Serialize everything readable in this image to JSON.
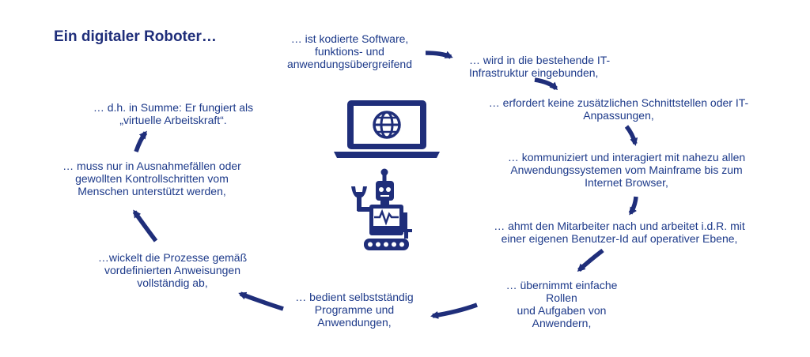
{
  "title": "Ein digitaler Roboter…",
  "steps": [
    "… ist kodierte Software,\nfunktions- und\nanwendungsübergreifend",
    "… wird in die bestehende IT-\nInfrastruktur eingebunden,",
    "… erfordert keine zusätzlichen Schnittstellen oder IT-\nAnpassungen,",
    "… kommuniziert und interagiert mit nahezu allen\nAnwendungssystemen vom Mainframe bis zum\nInternet Browser,",
    "… ahmt den Mitarbeiter nach und arbeitet i.d.R. mit\neiner eigenen Benutzer-Id auf operativer Ebene,",
    "… übernimmt einfache Rollen\nund Aufgaben von\nAnwendern,",
    "… bedient selbstständig\nProgramme und\nAnwendungen,",
    "…wickelt die Prozesse gemäß\nvordefinierten Anweisungen\nvollständig ab,",
    "… muss nur in Ausnahmefällen oder\ngewollten Kontrollschritten vom\nMenschen unterstützt werden,",
    "… d.h. in Summe: Er fungiert als\n„virtuelle Arbeitskraft“."
  ],
  "colors": {
    "primary": "#1f2e7a",
    "text": "#1d3a8a",
    "background": "#ffffff"
  },
  "icons": [
    "laptop-globe-icon",
    "robot-icon",
    "arrow-icon"
  ]
}
